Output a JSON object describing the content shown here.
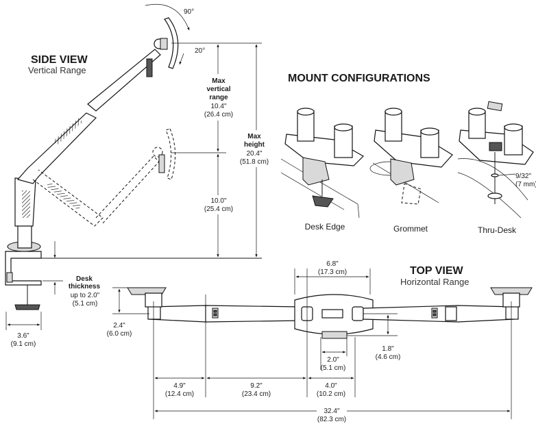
{
  "side_view": {
    "title": "SIDE VIEW",
    "subtitle": "Vertical Range",
    "tilt_up": "90°",
    "tilt_down": "20°",
    "max_vertical_range_label": [
      "Max",
      "vertical",
      "range"
    ],
    "max_vertical_range_in": "10.4\"",
    "max_vertical_range_cm": "(26.4 cm)",
    "max_height_label": [
      "Max",
      "height"
    ],
    "max_height_in": "20.4\"",
    "max_height_cm": "(51.8 cm)",
    "lower_in": "10.0\"",
    "lower_cm": "(25.4 cm)",
    "desk_thickness_label": [
      "Desk",
      "thickness"
    ],
    "desk_thickness_in": "up to 2.0\"",
    "desk_thickness_cm": "(5.1 cm)",
    "clamp_depth_in": "3.6\"",
    "clamp_depth_cm": "(9.1 cm)"
  },
  "mount_configurations": {
    "title": "MOUNT CONFIGURATIONS",
    "items": [
      "Desk Edge",
      "Grommet",
      "Thru-Desk"
    ],
    "hole_in": "9/32\"",
    "hole_mm": "(7 mm)"
  },
  "top_view": {
    "title": "TOP VIEW",
    "subtitle": "Horizontal Range",
    "hub_in": "6.8\"",
    "hub_cm": "(17.3 cm)",
    "vesa_in": "2.4\"",
    "vesa_cm": "(6.0 cm)",
    "offset_in": "1.8\"",
    "offset_cm": "(4.6 cm)",
    "post_in": "2.0\"",
    "post_cm": "(5.1 cm)",
    "seg1_in": "4.9\"",
    "seg1_cm": "(12.4 cm)",
    "seg2_in": "9.2\"",
    "seg2_cm": "(23.4 cm)",
    "seg3_in": "4.0\"",
    "seg3_cm": "(10.2 cm)",
    "total_in": "32.4\"",
    "total_cm": "(82.3 cm)"
  }
}
